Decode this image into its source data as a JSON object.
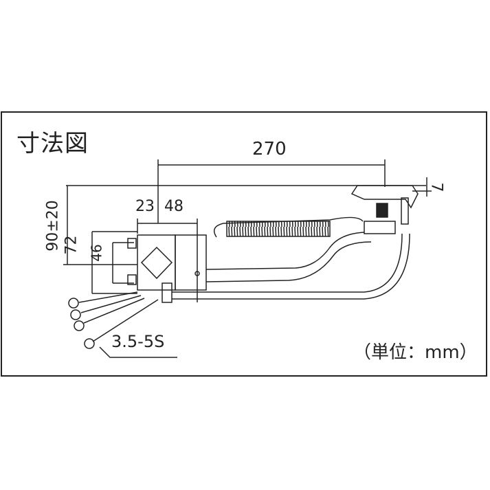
{
  "title": "寸法図",
  "dimensions": {
    "overall_length": "270",
    "offset_a": "23",
    "offset_b": "48",
    "height_top": "7",
    "height_range": "90±20",
    "height_body": "72",
    "height_inner": "46"
  },
  "terminal_label": "3.5-5S",
  "unit_label": "（単位：mm）",
  "colors": {
    "line": "#222222",
    "background": "#ffffff"
  }
}
